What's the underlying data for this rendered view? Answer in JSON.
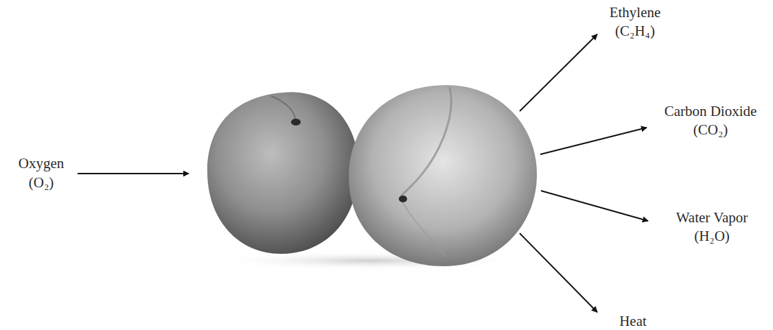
{
  "diagram": {
    "labels": [
      "Oxygen",
      "(O₂)",
      "Ethylene",
      "(C₂H₄)",
      "Carbon Dioxide",
      "(CO₂)",
      "Water Vapor",
      "(H₂O)",
      "Heat"
    ]
  }
}
